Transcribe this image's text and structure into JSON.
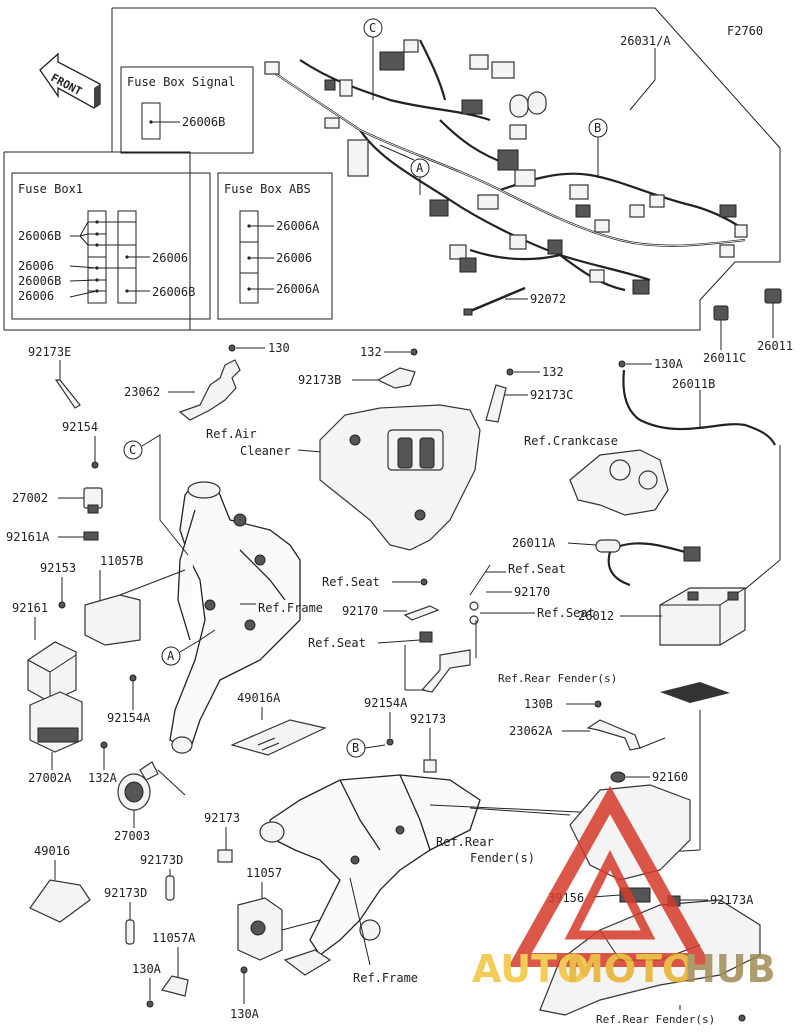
{
  "diagram_id": "F2760",
  "front_label": "FRONT",
  "watermark": {
    "part1": "AUTO",
    "part2": "MOTO",
    "part3": "HUB",
    "color1": "#f2c23a",
    "color2": "#e8b02a",
    "color3": "#a08a55",
    "triangle": "#d43a2a"
  },
  "fuse_boxes": {
    "signal": {
      "title": "Fuse Box Signal",
      "parts": [
        "26006B"
      ]
    },
    "box1": {
      "title": "Fuse Box1",
      "parts": [
        "26006B",
        "26006",
        "26006B",
        "26006",
        "26006",
        "26006B"
      ]
    },
    "abs": {
      "title": "Fuse Box ABS",
      "parts": [
        "26006A",
        "26006",
        "26006A"
      ]
    }
  },
  "callouts": [
    "A",
    "B",
    "C"
  ],
  "labels": {
    "p26031A": "26031/A",
    "p92072": "92072",
    "p26011": "26011",
    "p26011C": "26011C",
    "p92173E": "92173E",
    "p23062": "23062",
    "p130_top": "130",
    "ref_air_cleaner_1": "Ref.Air",
    "ref_air_cleaner_2": "Cleaner",
    "p132_a": "132",
    "p92173B": "92173B",
    "p132_b": "132",
    "p92173C": "92173C",
    "p130A_top": "130A",
    "p26011B": "26011B",
    "ref_crankcase": "Ref.Crankcase",
    "p92154": "92154",
    "p27002": "27002",
    "p92161A": "92161A",
    "p11057B": "11057B",
    "p92153": "92153",
    "p92161": "92161",
    "ref_frame_1": "Ref.Frame",
    "p26011A": "26011A",
    "ref_seat_1": "Ref.Seat",
    "ref_seat_2": "Ref.Seat",
    "p92170_a": "92170",
    "p92170_b": "92170",
    "ref_seat_3": "Ref.Seat",
    "ref_seat_4": "Ref.Seat",
    "p26012": "26012",
    "ref_rear_fender_1": "Ref.Rear Fender(s)",
    "p92154A": "92154A",
    "p49016A": "49016A",
    "p92154A_b": "92154A",
    "p92173": "92173",
    "p130B": "130B",
    "p23062A": "23062A",
    "p92160": "92160",
    "p132A": "132A",
    "p27002A": "27002A",
    "p27003": "27003",
    "p92173_b": "92173",
    "ref_rear_fender_2a": "Ref.Rear",
    "ref_rear_fender_2b": "Fender(s)",
    "p49016": "49016",
    "p92173D_a": "92173D",
    "p92173D_b": "92173D",
    "p11057": "11057",
    "p39156": "39156",
    "p92173A": "92173A",
    "p11057A": "11057A",
    "p130A_a": "130A",
    "p130A_b": "130A",
    "ref_frame_2": "Ref.Frame",
    "ref_rear_fender_3": "Ref.Rear Fender(s)"
  }
}
